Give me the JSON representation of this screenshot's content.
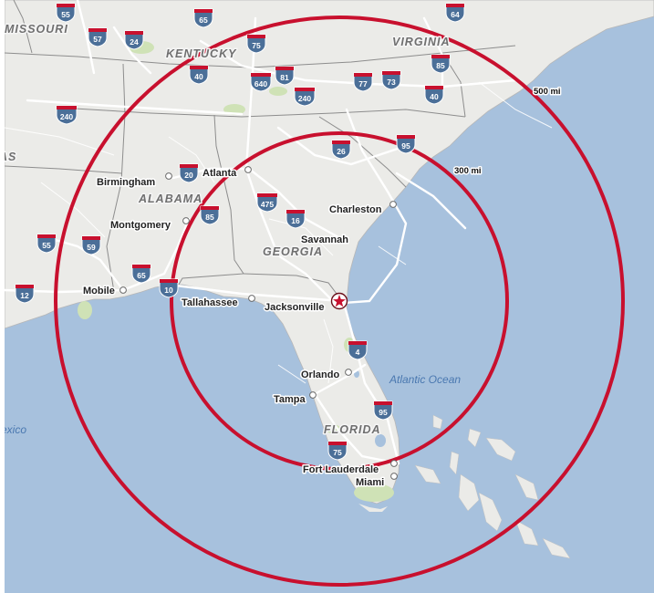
{
  "colors": {
    "water": "#a7c1dd",
    "land": "#ebebe8",
    "ring": "#c8102e",
    "shield_blue": "#4b6f98",
    "shield_red": "#c8102e",
    "highway": "#ffffff",
    "border": "#8d8d8d",
    "park": "#cfe2b6"
  },
  "rings": [
    {
      "label": "300 mi"
    },
    {
      "label": "500 mi"
    }
  ],
  "center_marker": {
    "icon": "star-icon"
  },
  "water_labels": [
    "Atlantic Ocean",
    "exico"
  ],
  "states": [
    "MISSOURI",
    "KENTUCKY",
    "VIRGINIA",
    "ALABAMA",
    "GEORGIA",
    "FLORIDA",
    "AS"
  ],
  "cities": [
    "Birmingham",
    "Atlanta",
    "Montgomery",
    "Charleston",
    "Savannah",
    "Mobile",
    "Tallahassee",
    "Jacksonville",
    "Orlando",
    "Tampa",
    "Fort Lauderdale",
    "Miami"
  ],
  "interstates": [
    "55",
    "65",
    "64",
    "57",
    "24",
    "75",
    "40",
    "81",
    "640",
    "240",
    "77",
    "73",
    "85",
    "40",
    "240",
    "26",
    "95",
    "20",
    "85",
    "475",
    "16",
    "55",
    "59",
    "65",
    "10",
    "12",
    "4",
    "95",
    "75"
  ]
}
